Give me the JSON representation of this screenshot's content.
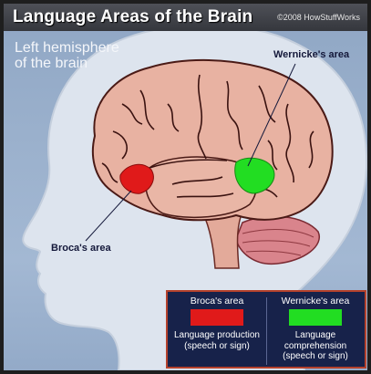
{
  "title": "Language Areas of the Brain",
  "copyright": "©2008 HowStuffWorks",
  "subtitle_line1": "Left hemisphere",
  "subtitle_line2": "of the brain",
  "labels": {
    "wernicke": "Wernicke's area",
    "broca": "Broca's area"
  },
  "legend": {
    "broca": {
      "heading": "Broca's area",
      "line1": "Language production",
      "line2": "(speech or sign)",
      "color": "#e01a1a"
    },
    "wernicke": {
      "heading": "Wernicke's area",
      "line1": "Language",
      "line2": "comprehension",
      "line3": "(speech or sign)",
      "color": "#22dd22"
    }
  },
  "colors": {
    "background": "#9ab0cc",
    "title_bar": "#3f4147",
    "head": "#dde4ee",
    "brain": "#e8b2a2",
    "cerebellum": "#d9848c",
    "legend_bg": "#17224a",
    "legend_border": "#b4412c"
  }
}
